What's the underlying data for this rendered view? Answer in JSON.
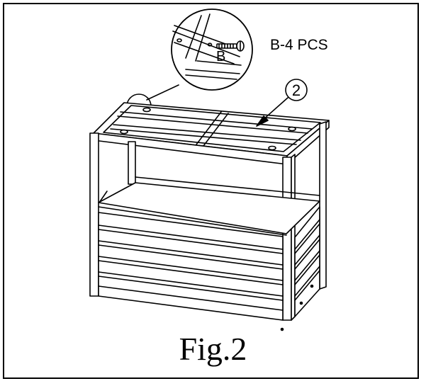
{
  "diagram": {
    "parts_label": "B-4 PCS",
    "callout_letter": "B",
    "step_number": "2",
    "caption": "Fig.2"
  },
  "icons": [
    "screw-icon",
    "shelf-frame-drawing",
    "detail-magnifier-circle"
  ]
}
